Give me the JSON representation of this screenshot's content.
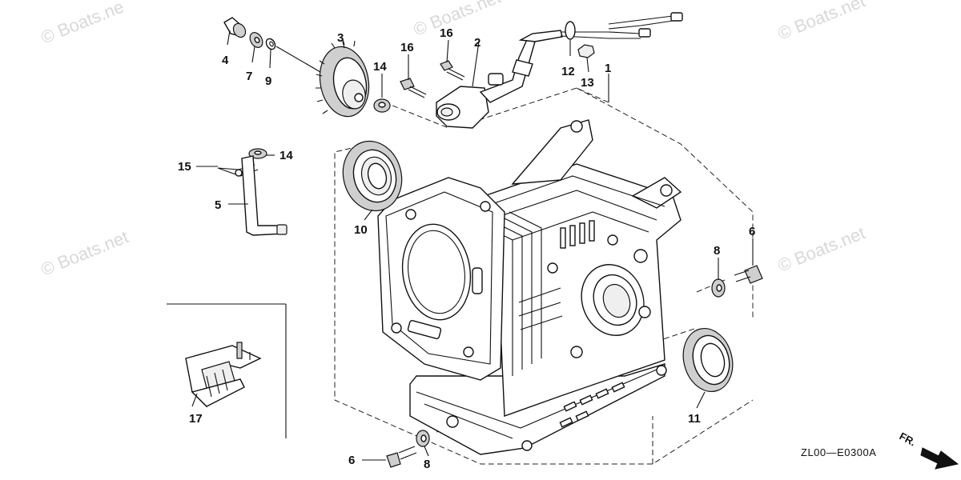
{
  "diagram": {
    "code": "ZL00—E0300A",
    "direction_label": "FR.",
    "watermark": "© Boats.net",
    "watermark_partial": "© Boats.ne",
    "callouts": {
      "c1": "1",
      "c2": "2",
      "c3": "3",
      "c4": "4",
      "c5": "5",
      "c6a": "6",
      "c6b": "6",
      "c7": "7",
      "c8a": "8",
      "c8b": "8",
      "c9": "9",
      "c10": "10",
      "c11": "11",
      "c12": "12",
      "c13": "13",
      "c14a": "14",
      "c14b": "14",
      "c15": "15",
      "c16a": "16",
      "c16b": "16",
      "c17": "17"
    }
  }
}
